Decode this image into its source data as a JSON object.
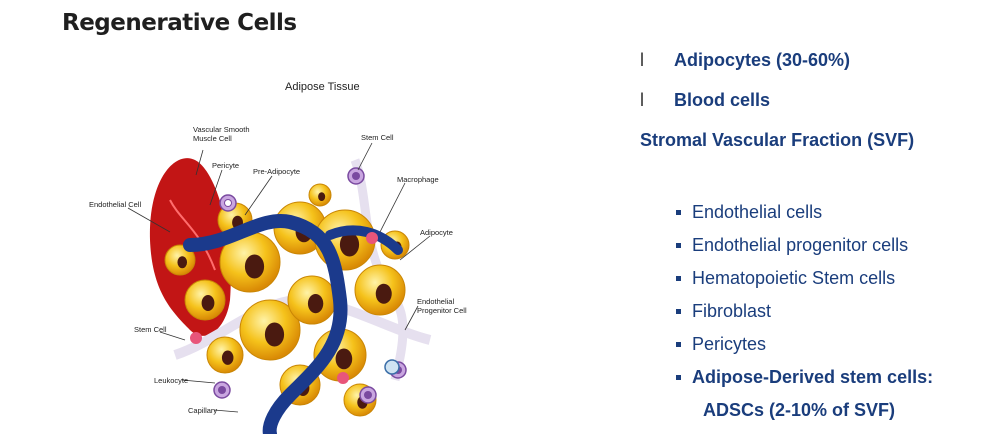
{
  "slide": {
    "title": "Regenerative Cells"
  },
  "figure": {
    "title": "Adipose Tissue",
    "labels": {
      "vsmc_line1": "Vascular Smooth",
      "vsmc_line2": "Muscle Cell",
      "pericyte": "Pericyte",
      "pre_adipocyte": "Pre-Adipocyte",
      "stem_cell_top": "Stem Cell",
      "macrophage": "Macrophage",
      "endothelial_cell": "Endothelial Cell",
      "adipocyte": "Adipocyte",
      "epc_line1": "Endothelial",
      "epc_line2": "Progenitor Cell",
      "stem_cell_left": "Stem Cell",
      "leukocyte": "Leukocyte",
      "capillary": "Capillary"
    },
    "colors": {
      "adipocyte": "#f5c21b",
      "nucleus": "#4a1a10",
      "vessel": "#1b3a8c",
      "muscle": "#c21515",
      "stem": "#7a4aa0",
      "macrophage": "#e8557a"
    }
  },
  "content": {
    "bar_items": [
      {
        "marker": "l",
        "text": "Adipocytes (30-60%)"
      },
      {
        "marker": "l",
        "text": "Blood cells"
      }
    ],
    "svf_heading": "Stromal Vascular Fraction (SVF)",
    "svf_items": [
      "Endothelial cells",
      "Endothelial progenitor cells",
      "Hematopoietic Stem cells",
      "Fibroblast",
      "Pericytes",
      "Adipose-Derived stem cells:"
    ],
    "svf_last_continuation": "ADSCs (2-10% of SVF)",
    "text_color": "#1a3d7c"
  }
}
